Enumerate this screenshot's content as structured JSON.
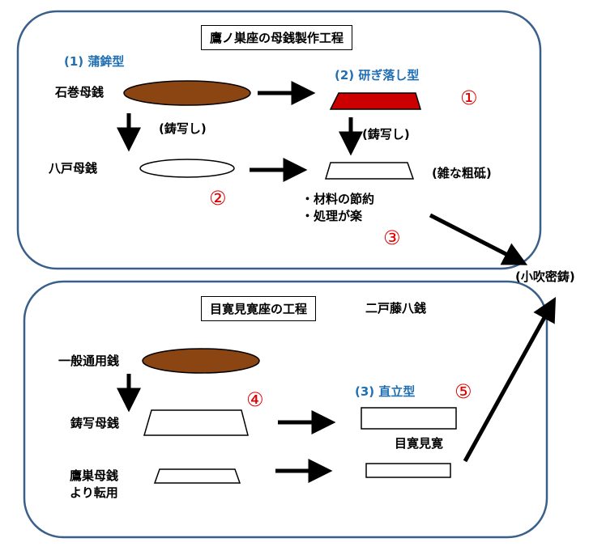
{
  "top_panel": {
    "title": "鷹ノ巣座の母銭製作工程",
    "type1_label": "(1) 蒲鉾型",
    "type2_label": "(2) 研ぎ落し型",
    "ishinomaki": "石巻母銭",
    "hachinohe": "八戸母銭",
    "casting_left": "(鋳写し)",
    "casting_right": "(鋳写し)",
    "rough_finish": "(雑な粗砥)",
    "benefit1": "・材料の節約",
    "benefit2": "・処理が楽",
    "markers": {
      "m1": "①",
      "m2": "②",
      "m3": "③"
    },
    "colors": {
      "brown": "#8b4513",
      "red": "#cc0000"
    }
  },
  "destination": "(小吹密鋳)",
  "bottom_panel": {
    "title": "目寛見寛座の工程",
    "subtitle": "二戸藤八銭",
    "general": "一般通用銭",
    "casting_mother": "鋳写母銭",
    "takanosu_line1": "鷹巣母銭",
    "takanosu_line2": "より転用",
    "type3_label": "(3) 直立型",
    "mekan": "目寛見寛",
    "markers": {
      "m4": "④",
      "m5": "⑤"
    }
  }
}
